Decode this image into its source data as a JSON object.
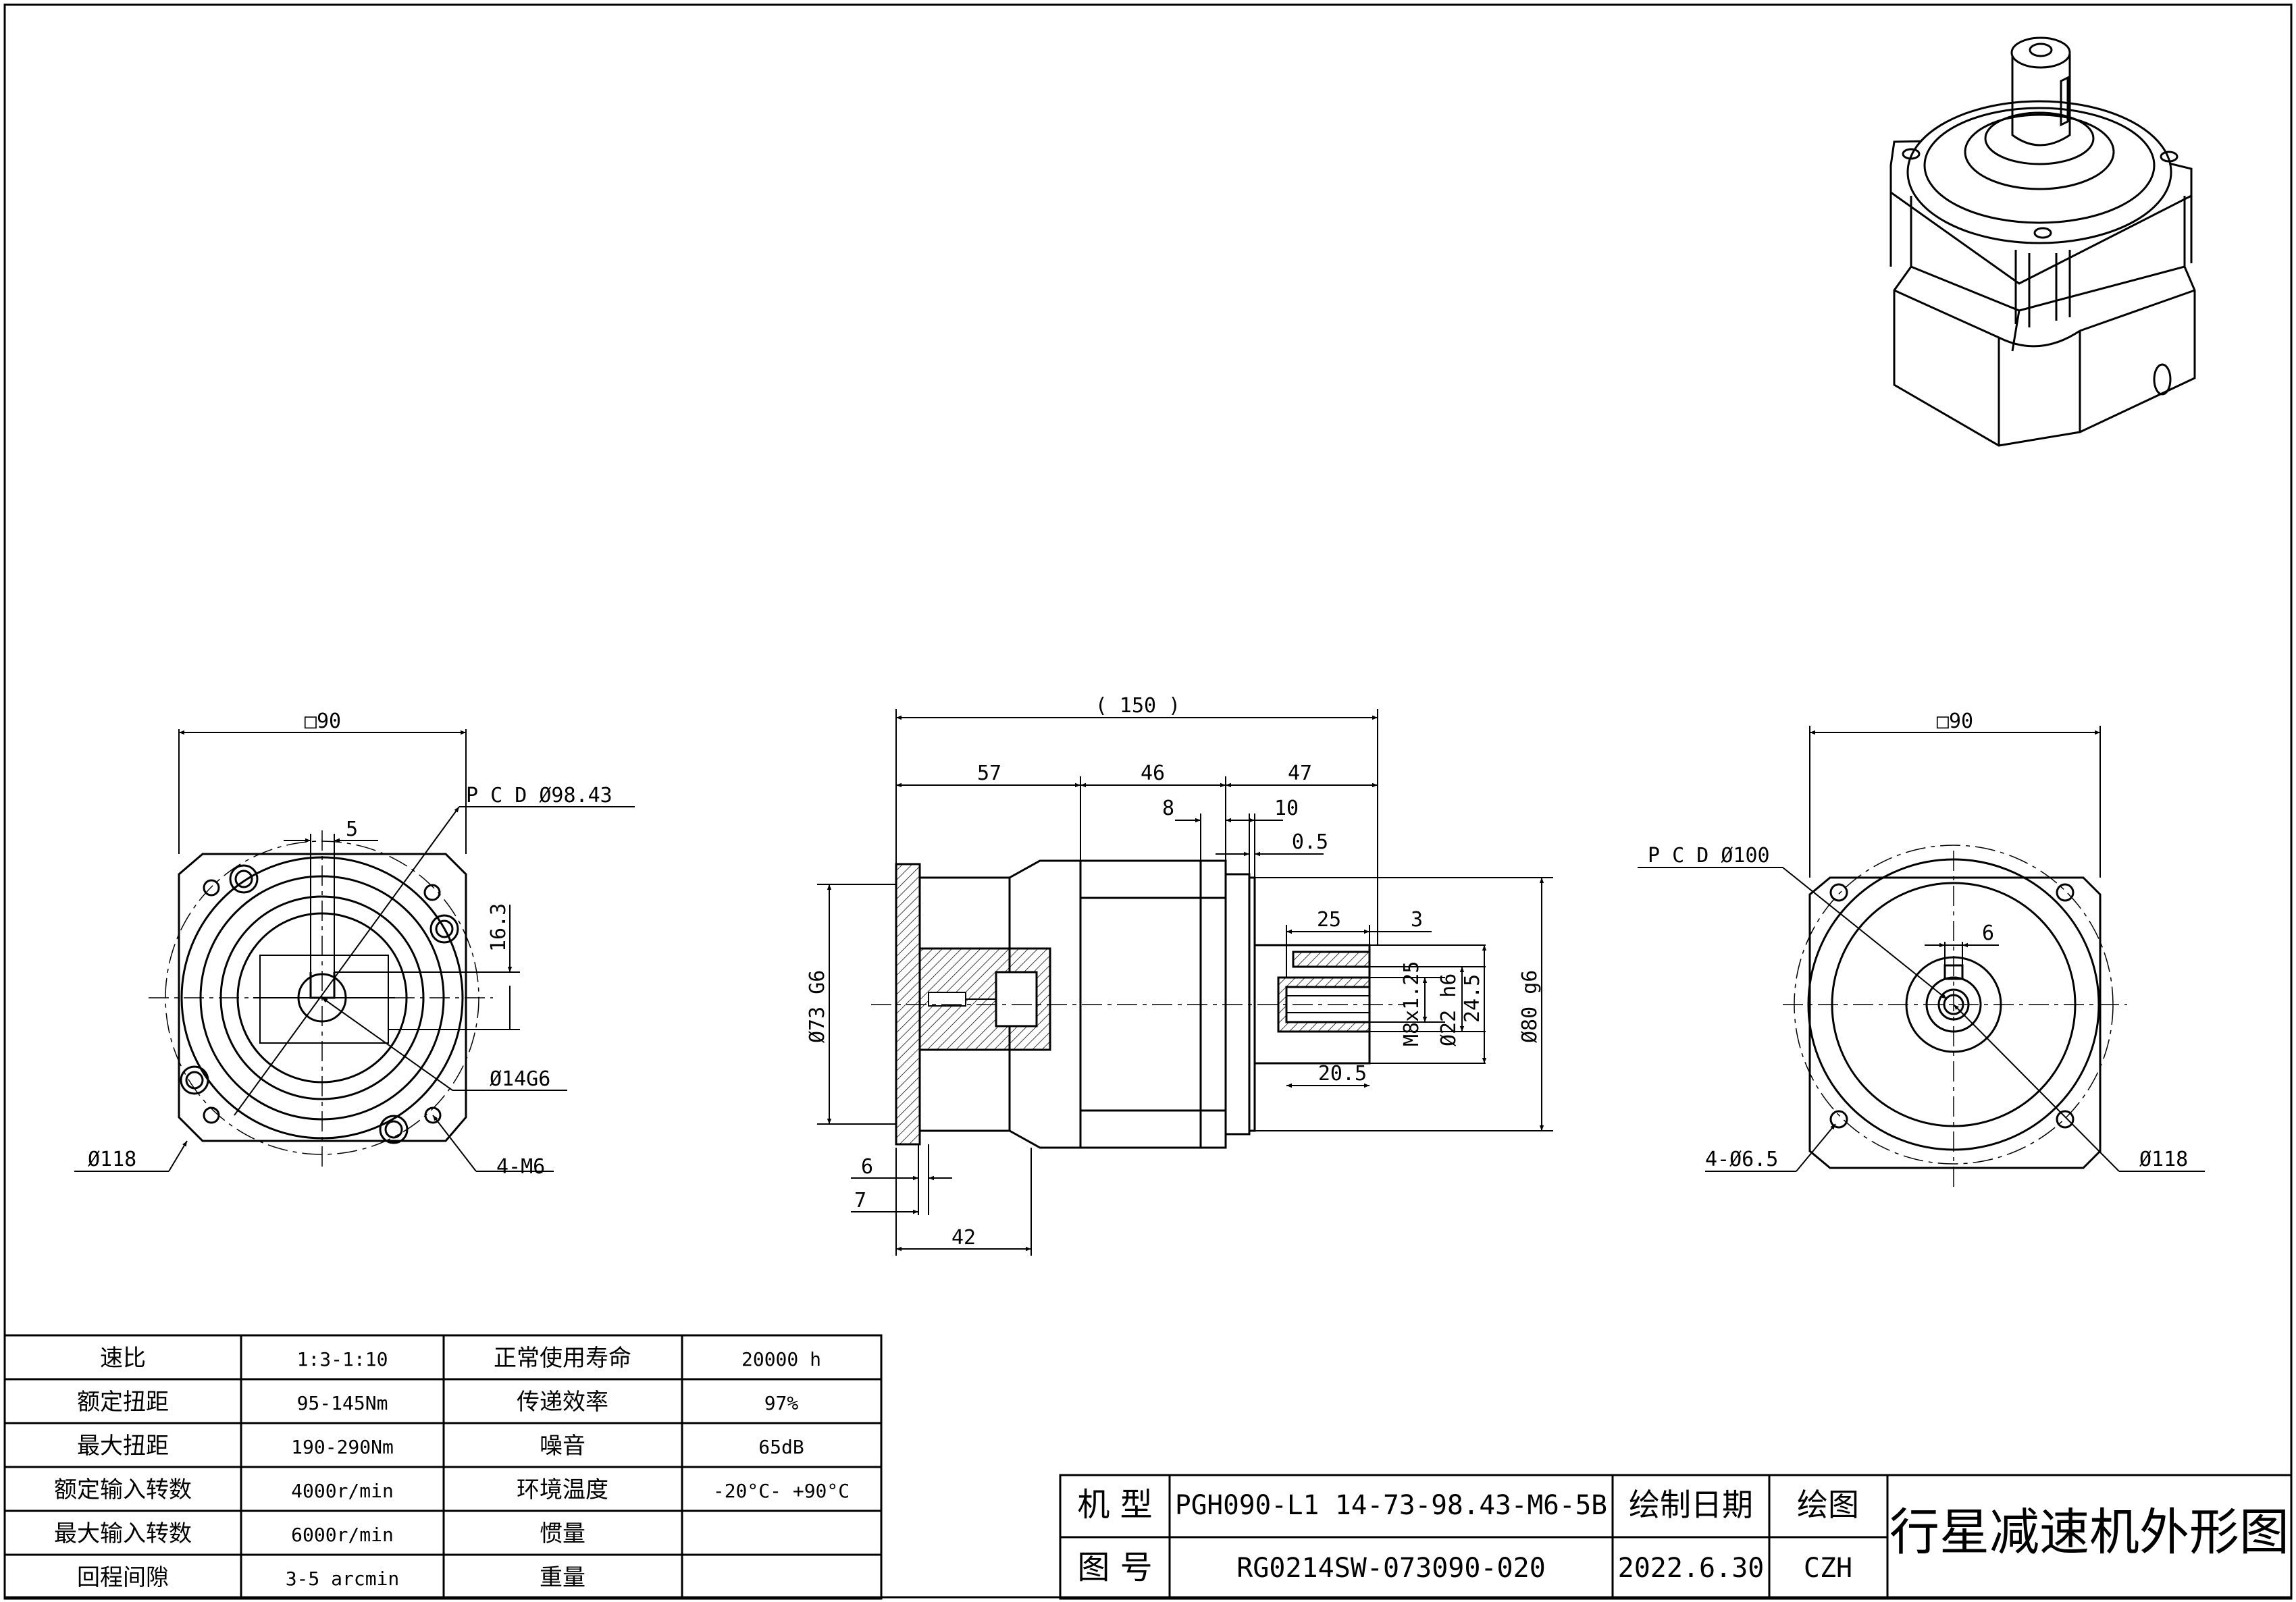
{
  "dims": {
    "left": {
      "square": "□90",
      "pcd": "P C D Ø98.43",
      "key_width": "5",
      "key_height": "16.3",
      "bore": "Ø14G6",
      "dia": "Ø118",
      "holes": "4-M6"
    },
    "side": {
      "total": "( 150 )",
      "len_a": "57",
      "len_b": "46",
      "len_c": "47",
      "len_8": "8",
      "len_10": "10",
      "len_05": "0.5",
      "len_25": "25",
      "len_3": "3",
      "len_205": "20.5",
      "len_245": "24.5",
      "thread": "M8x1.25",
      "shaft": "Ø22 h6",
      "pilot": "Ø80 g6",
      "flange_dia": "Ø73 G6",
      "len_6": "6",
      "len_7": "7",
      "len_42": "42"
    },
    "right": {
      "square": "□90",
      "pcd": "P C D Ø100",
      "key": "6",
      "holes": "4-Ø6.5",
      "dia": "Ø118"
    }
  },
  "specs": {
    "rows": [
      {
        "label": "速比",
        "value": "1:3-1:10",
        "label2": "正常使用寿命",
        "value2": "20000 h"
      },
      {
        "label": "额定扭距",
        "value": "95-145Nm",
        "label2": "传递效率",
        "value2": "97%"
      },
      {
        "label": "最大扭距",
        "value": "190-290Nm",
        "label2": "噪音",
        "value2": "65dB"
      },
      {
        "label": "额定输入转数",
        "value": "4000r/min",
        "label2": "环境温度",
        "value2": "-20°C- +90°C"
      },
      {
        "label": "最大输入转数",
        "value": "6000r/min",
        "label2": "惯量",
        "value2": ""
      },
      {
        "label": "回程间隙",
        "value": "3-5 arcmin",
        "label2": "重量",
        "value2": ""
      }
    ]
  },
  "title_block": {
    "model_label": "机  型",
    "model": "PGH090-L1 14-73-98.43-M6-5B",
    "date_label": "绘制日期",
    "drawer_label": "绘图",
    "drawing_no_label": "图  号",
    "drawing_no": "RG0214SW-073090-020",
    "date": "2022.6.30",
    "drawer": "CZH",
    "title": "行星减速机外形图"
  }
}
